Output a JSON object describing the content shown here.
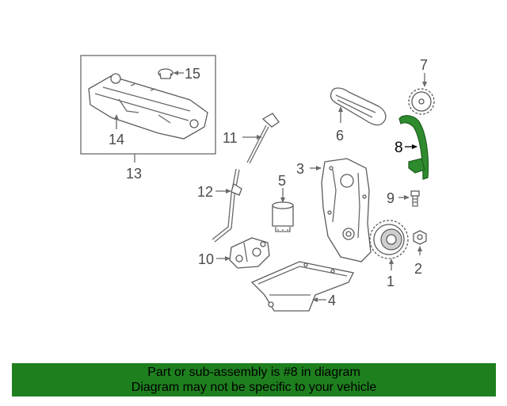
{
  "diagram": {
    "callouts": {
      "c1": "1",
      "c2": "2",
      "c3": "3",
      "c4": "4",
      "c5": "5",
      "c6": "6",
      "c7": "7",
      "c8": "8",
      "c9": "9",
      "c10": "10",
      "c11": "11",
      "c12": "12",
      "c13": "13",
      "c14": "14",
      "c15": "15"
    },
    "highlight_part": "8",
    "highlight_color": "#2e8b2e"
  },
  "footer": {
    "line1": "Part or sub-assembly is #8 in diagram",
    "line2": "Diagram may not be specific to your vehicle",
    "background": "#1e7f1e"
  }
}
